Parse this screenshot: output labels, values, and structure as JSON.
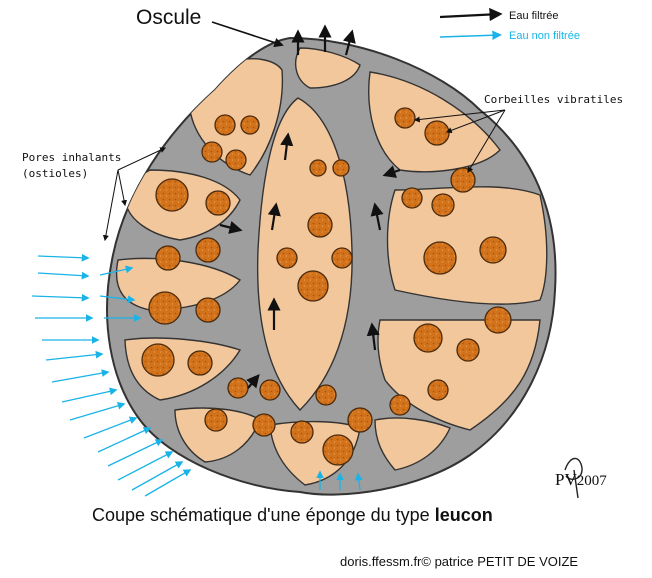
{
  "labels": {
    "oscule": "Oscule",
    "legend_filtered": "Eau filtrée",
    "legend_unfiltered": "Eau non filtrée",
    "corbeilles": "Corbeilles vibratiles",
    "pores_line1": "Pores inhalants",
    "pores_line2": "(ostioles)",
    "caption_main": "Coupe schématique d'une éponge du type ",
    "caption_bold": "leucon",
    "credit": "doris.ffessm.fr© patrice PETIT DE VOIZE",
    "signature_initials": "PV",
    "signature_year": "2007"
  },
  "colors": {
    "tissue": "#f2c79c",
    "canal": "#a9a9a9",
    "chamber": "#d2731c",
    "filtered_arrow": "#111111",
    "unfiltered_arrow": "#1ab3e8"
  }
}
